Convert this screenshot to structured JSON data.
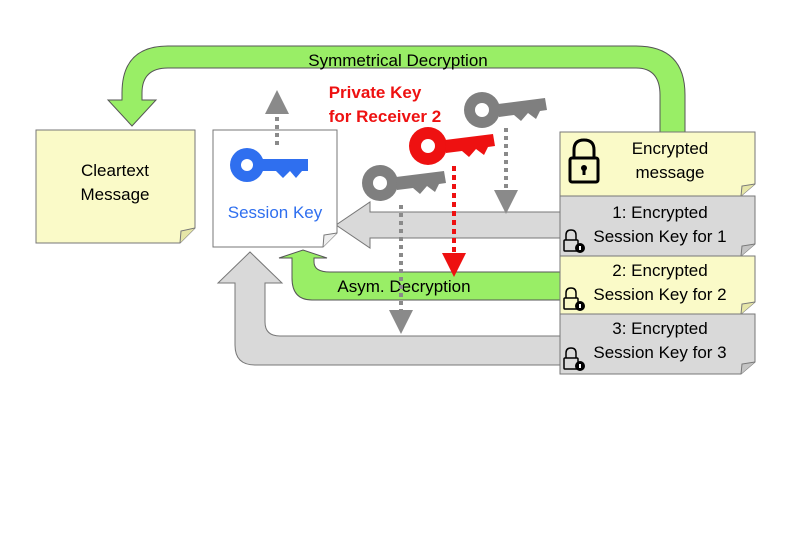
{
  "labels": {
    "symmetric": "Symmetrical Decryption",
    "asymmetric": "Asym. Decryption",
    "private_key_line1": "Private Key",
    "private_key_line2": "for Receiver 2"
  },
  "boxes": {
    "cleartext": {
      "line1": "Cleartext",
      "line2": "Message"
    },
    "session_key": {
      "label": "Session Key"
    },
    "encrypted_message": {
      "line1": "Encrypted",
      "line2": "message"
    },
    "session_key_1": {
      "line1": "1: Encrypted",
      "line2": "Session Key for 1"
    },
    "session_key_2": {
      "line1": "2: Encrypted",
      "line2": "Session Key for 2"
    },
    "session_key_3": {
      "line1": "3: Encrypted",
      "line2": "Session Key for 3"
    }
  },
  "colors": {
    "note_yellow": "#fafac8",
    "note_gray": "#d9d9d9",
    "note_white": "#ffffff",
    "arrow_green": "#99ee66",
    "arrow_gray": "#d9d9d9",
    "key_gray": "#7f7f7f",
    "key_red": "#ee1111",
    "key_blue": "#2f6fef",
    "private_key_text": "#ee1111",
    "session_key_text": "#2f6fef"
  },
  "icons": {
    "session_key": "key-icon",
    "private_key": "key-icon",
    "encrypted_message": "lock-icon",
    "encrypted_session_key": "lock-icon"
  }
}
